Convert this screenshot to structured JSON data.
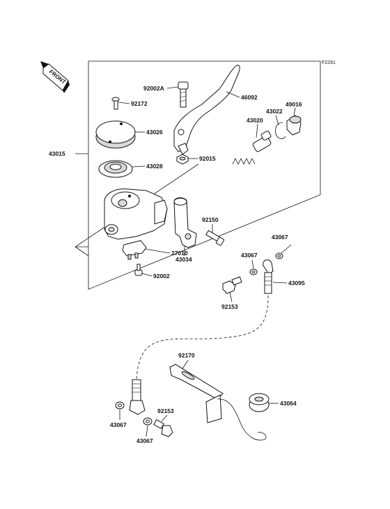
{
  "diagram": {
    "figure_code": "F2291",
    "front_label": "FRONT"
  },
  "labels": [
    {
      "name": "part-label-92002a",
      "text": "92002A"
    },
    {
      "name": "part-label-46092",
      "text": "46092"
    },
    {
      "name": "part-label-92172",
      "text": "92172"
    },
    {
      "name": "part-label-43022",
      "text": "43022"
    },
    {
      "name": "part-label-49016",
      "text": "49016"
    },
    {
      "name": "part-label-43020",
      "text": "43020"
    },
    {
      "name": "part-label-43026",
      "text": "43026"
    },
    {
      "name": "part-label-43015",
      "text": "43015"
    },
    {
      "name": "part-label-92015",
      "text": "92015"
    },
    {
      "name": "part-label-43028",
      "text": "43028"
    },
    {
      "name": "part-label-92150",
      "text": "92150"
    },
    {
      "name": "part-label-43067-a",
      "text": "43067"
    },
    {
      "name": "part-label-27010",
      "text": "27010"
    },
    {
      "name": "part-label-43034",
      "text": "43034"
    },
    {
      "name": "part-label-43067-b",
      "text": "43067"
    },
    {
      "name": "part-label-92002",
      "text": "92002"
    },
    {
      "name": "part-label-43095",
      "text": "43095"
    },
    {
      "name": "part-label-92153-a",
      "text": "92153"
    },
    {
      "name": "part-label-92170",
      "text": "92170"
    },
    {
      "name": "part-label-43064",
      "text": "43064"
    },
    {
      "name": "part-label-92153-b",
      "text": "92153"
    },
    {
      "name": "part-label-43067-c",
      "text": "43067"
    },
    {
      "name": "part-label-43067-d",
      "text": "43067"
    }
  ]
}
